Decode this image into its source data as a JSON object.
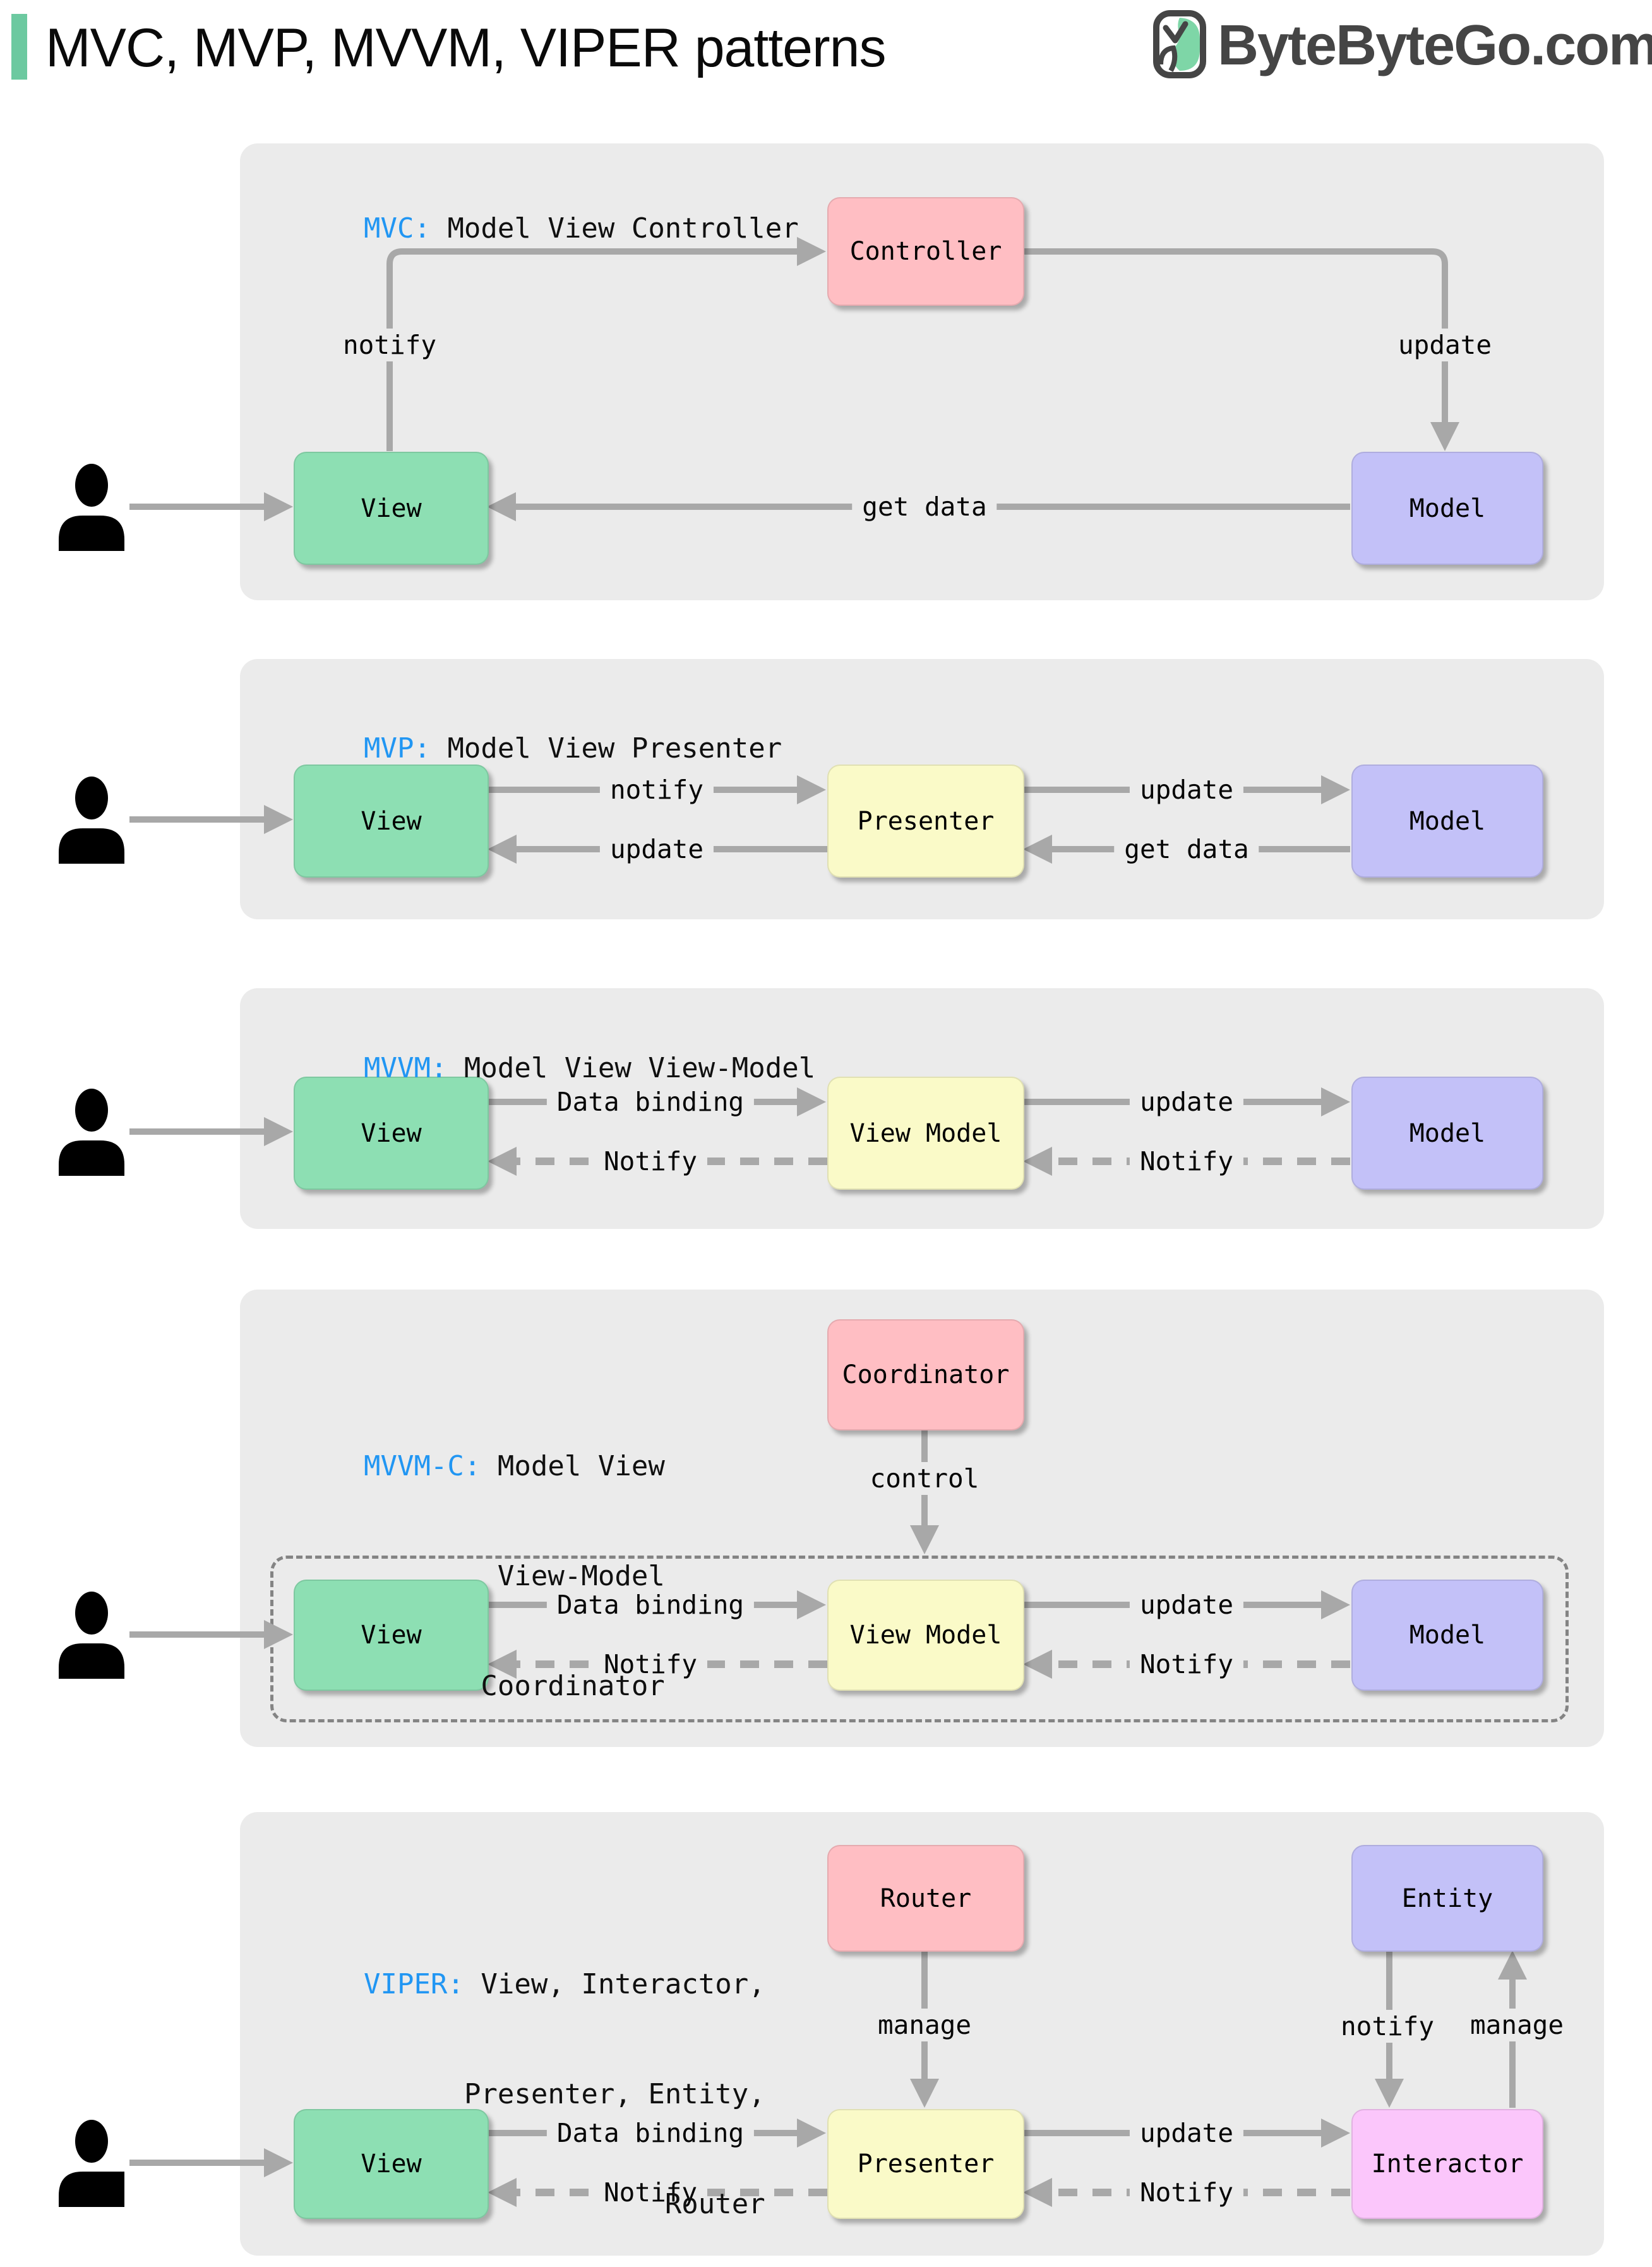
{
  "header": {
    "title": "MVC, MVP, MVVM, VIPER patterns",
    "brand": "ByteByteGo.com"
  },
  "icons": {
    "logo": "bytebytego-owl",
    "user": "user-silhouette"
  },
  "colors": {
    "accent_green": "#6cc9a0",
    "brand_gray": "#454545",
    "tag_blue": "#2196f3",
    "panel_bg": "#ebebeb",
    "view_fill": "#8ddfb3",
    "presenter_fill": "#fafac8",
    "model_fill": "#c3c1f8",
    "pink_fill": "#ffbec3",
    "interactor_fill": "#fbc6fb",
    "arrow": "#a8a8a8",
    "dash_gray": "#848484"
  },
  "sections": [
    {
      "id": "mvc",
      "tag": "MVC:",
      "subtitle": "Model View Controller",
      "boxes": {
        "view": "View",
        "controller": "Controller",
        "model": "Model"
      },
      "labels": {
        "notify": "notify",
        "update": "update",
        "get_data": "get data"
      }
    },
    {
      "id": "mvp",
      "tag": "MVP:",
      "subtitle": "Model View Presenter",
      "boxes": {
        "view": "View",
        "presenter": "Presenter",
        "model": "Model"
      },
      "labels": {
        "notify": "notify",
        "update_view": "update",
        "update_model": "update",
        "get_data": "get data"
      }
    },
    {
      "id": "mvvm",
      "tag": "MVVM:",
      "subtitle": "Model View View-Model",
      "boxes": {
        "view": "View",
        "view_model": "View Model",
        "model": "Model"
      },
      "labels": {
        "data_binding": "Data binding",
        "notify_view": "Notify",
        "update": "update",
        "notify_vm": "Notify"
      }
    },
    {
      "id": "mvvm-c",
      "tag": "MVVM-C:",
      "subtitle_lines": [
        "Model View",
        "View-Model",
        "Coordinator"
      ],
      "boxes": {
        "coordinator": "Coordinator",
        "view": "View",
        "view_model": "View Model",
        "model": "Model"
      },
      "labels": {
        "control": "control",
        "data_binding": "Data binding",
        "notify_view": "Notify",
        "update": "update",
        "notify_vm": "Notify"
      }
    },
    {
      "id": "viper",
      "tag": "VIPER:",
      "subtitle_lines": [
        "View, Interactor,",
        "Presenter, Entity,",
        "Router"
      ],
      "boxes": {
        "router": "Router",
        "entity": "Entity",
        "view": "View",
        "presenter": "Presenter",
        "interactor": "Interactor"
      },
      "labels": {
        "manage_router": "manage",
        "notify_entity": "notify",
        "manage_entity": "manage",
        "data_binding": "Data binding",
        "notify_view": "Notify",
        "update": "update",
        "notify_presenter": "Notify"
      }
    }
  ]
}
